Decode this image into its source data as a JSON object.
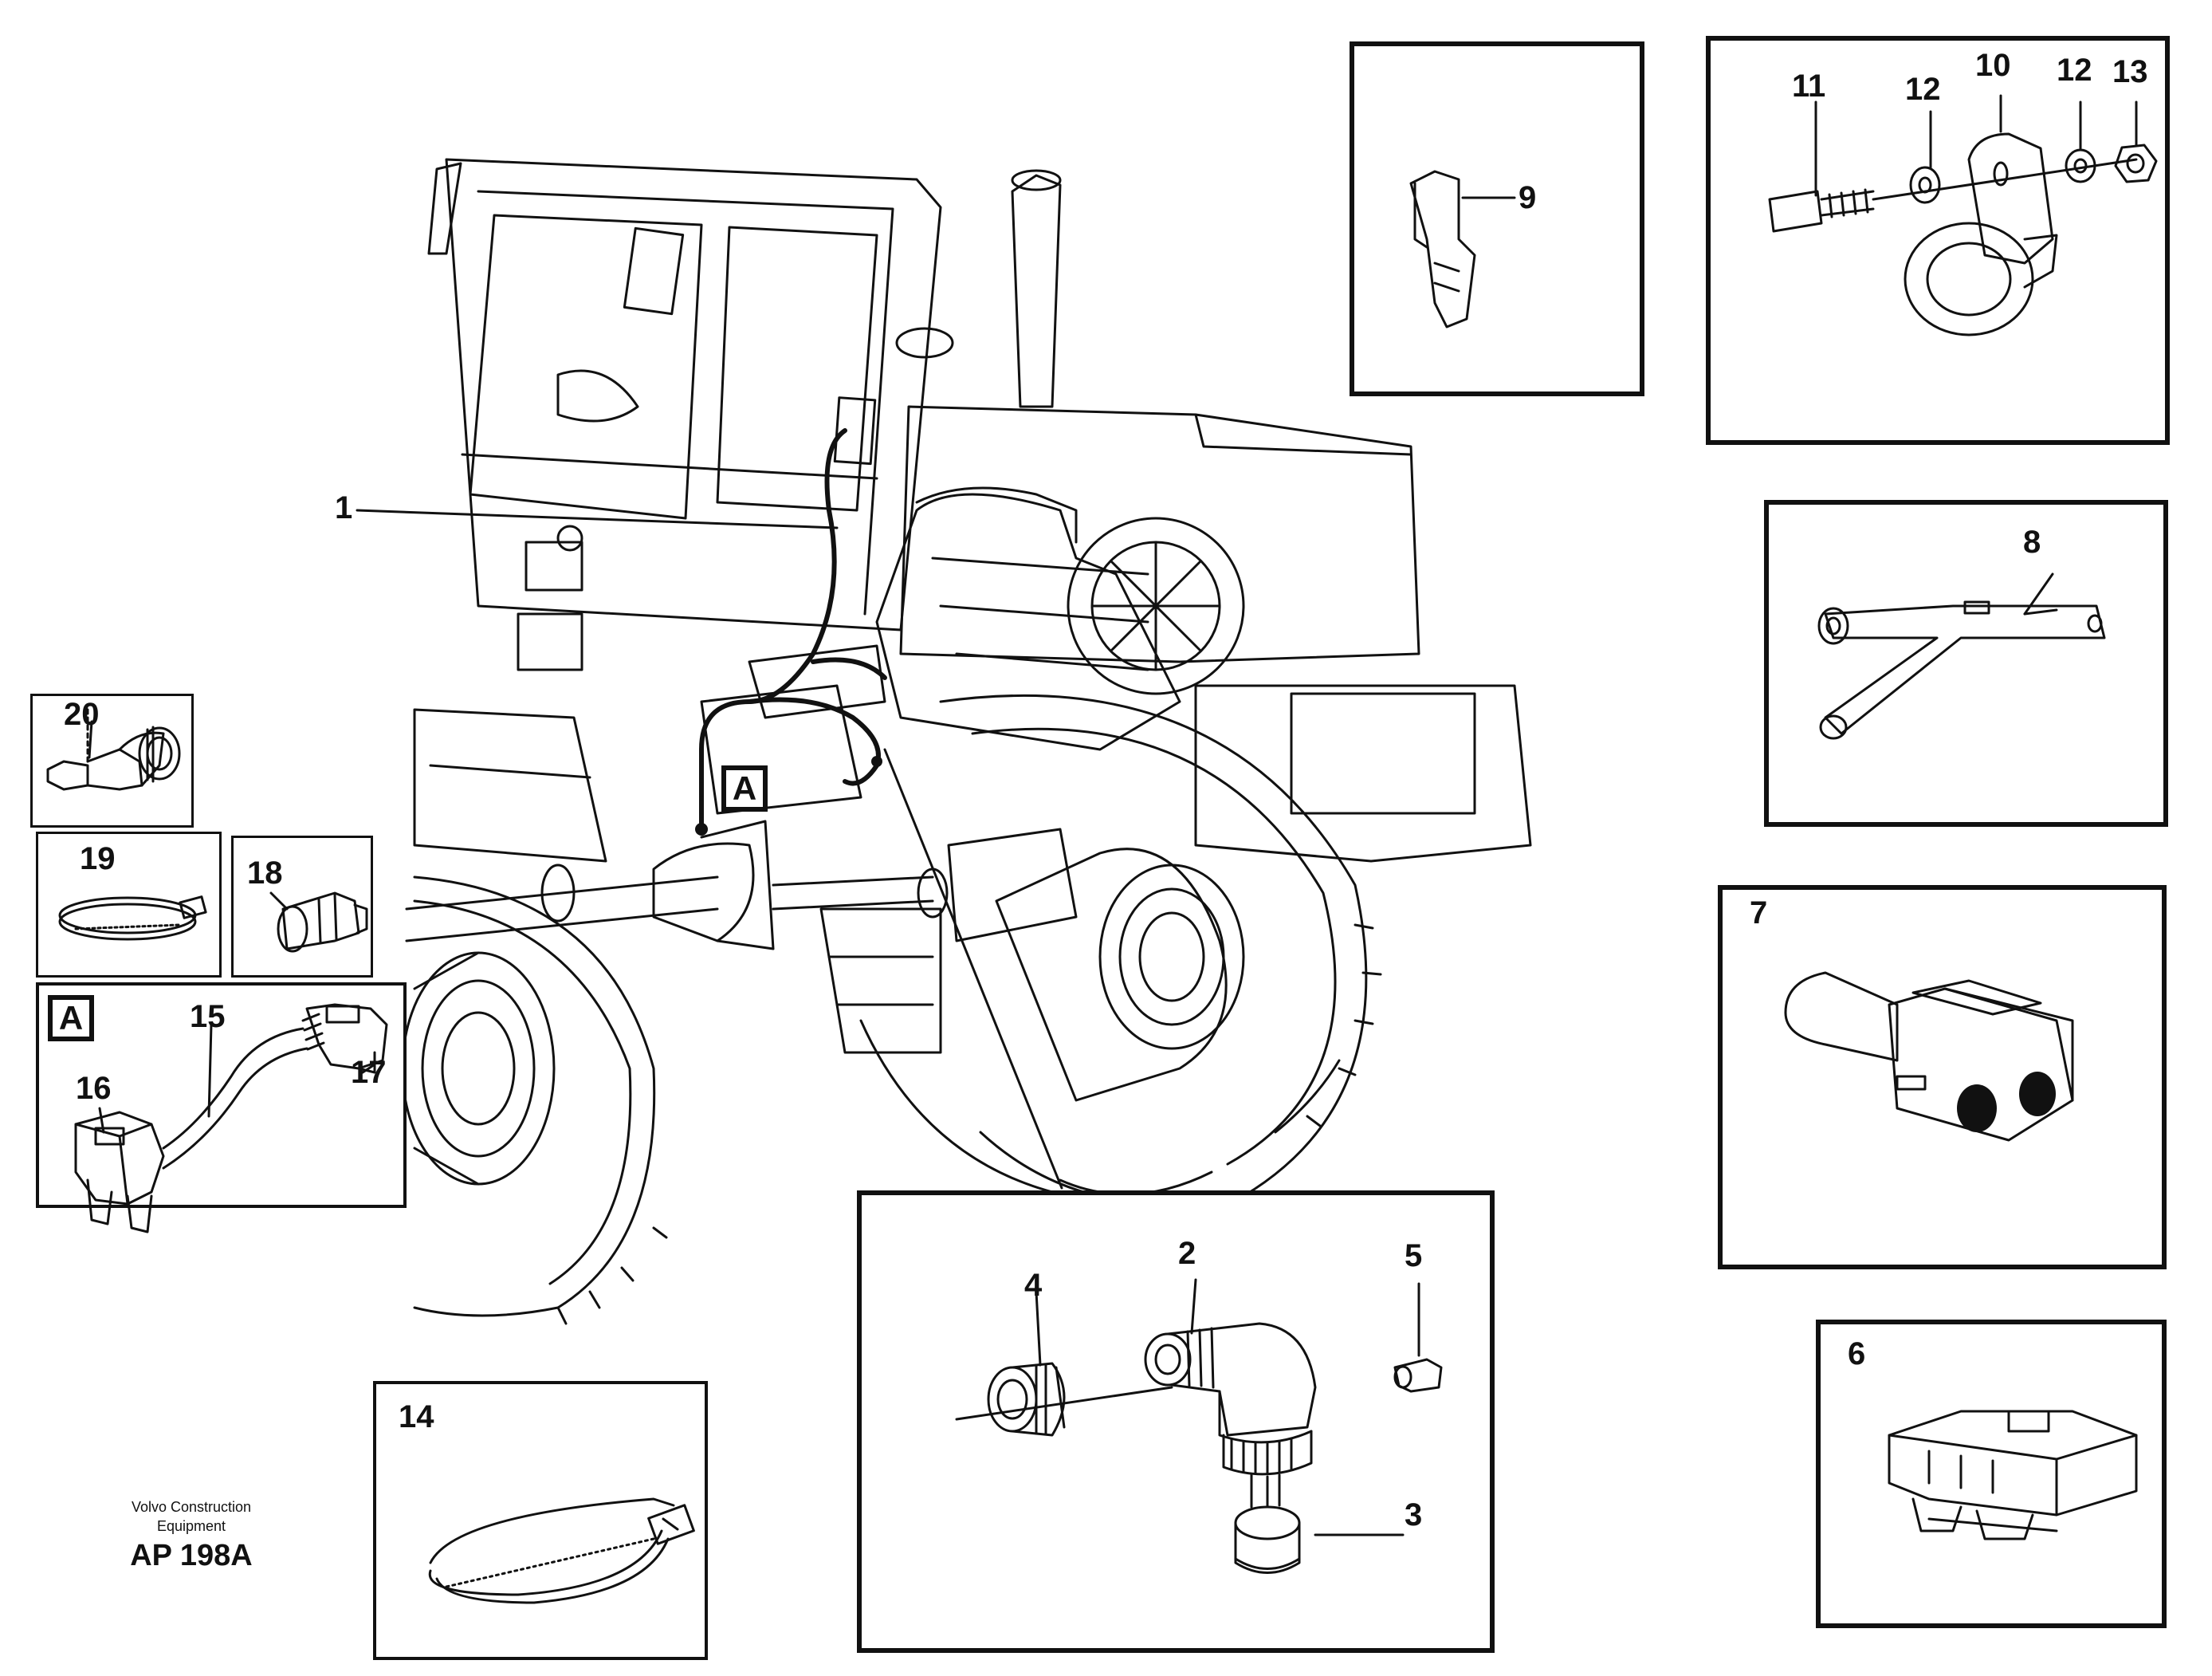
{
  "part_numbers": {
    "p1": "1",
    "p2": "2",
    "p3": "3",
    "p4": "4",
    "p5": "5",
    "p6": "6",
    "p7": "7",
    "p8": "8",
    "p9": "9",
    "p10": "10",
    "p11": "11",
    "p12a": "12",
    "p12b": "12",
    "p13": "13",
    "p14": "14",
    "p15": "15",
    "p16": "16",
    "p17": "17",
    "p18": "18",
    "p19": "19",
    "p20": "20"
  },
  "detail_marker": "A",
  "credit": {
    "line1": "Volvo Construction",
    "line2": "Equipment",
    "code": "AP 198A"
  }
}
